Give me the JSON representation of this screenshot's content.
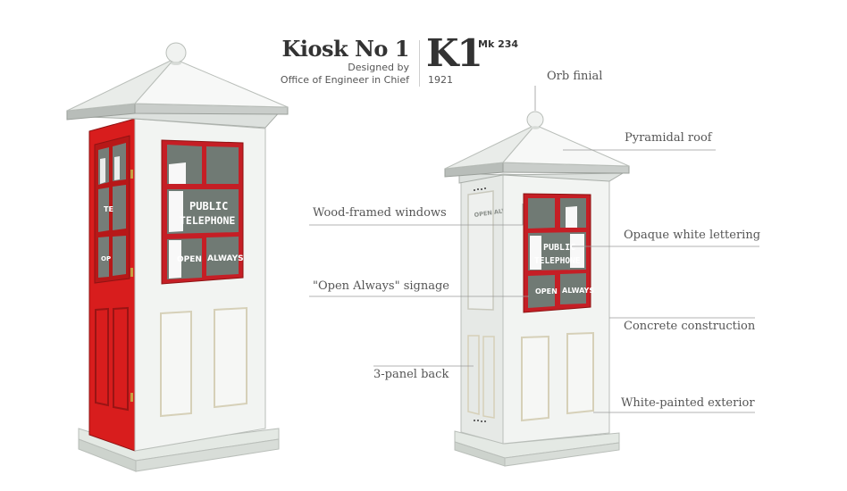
{
  "header": {
    "title": "Kiosk No 1",
    "designed_by_label": "Designed by",
    "designer": "Office of Engineer in Chief",
    "model": "K1",
    "mark": "Mk 234",
    "year": "1921"
  },
  "kiosk_signage": {
    "public_line1": "PUBLIC",
    "public_line2": "TELEPHONE",
    "open_word": "OPEN",
    "always_word": "ALWAYS",
    "side_sign": "OPEN ALWAYS"
  },
  "callouts": {
    "orb_finial": "Orb finial",
    "pyramidal_roof": "Pyramidal roof",
    "wood_framed_windows": "Wood-framed windows",
    "opaque_white_lettering": "Opaque white lettering",
    "open_always_signage": "\"Open Always\" signage",
    "concrete_construction": "Concrete construction",
    "three_panel_back": "3-panel back",
    "white_painted_exterior": "White-painted exterior"
  },
  "colors": {
    "kiosk_red": "#d81d1d",
    "window_frame_red": "#c51e25",
    "body_white": "#f2f4f2",
    "roof_grey": "#cfd3d0",
    "glass_grey": "#707a74"
  }
}
